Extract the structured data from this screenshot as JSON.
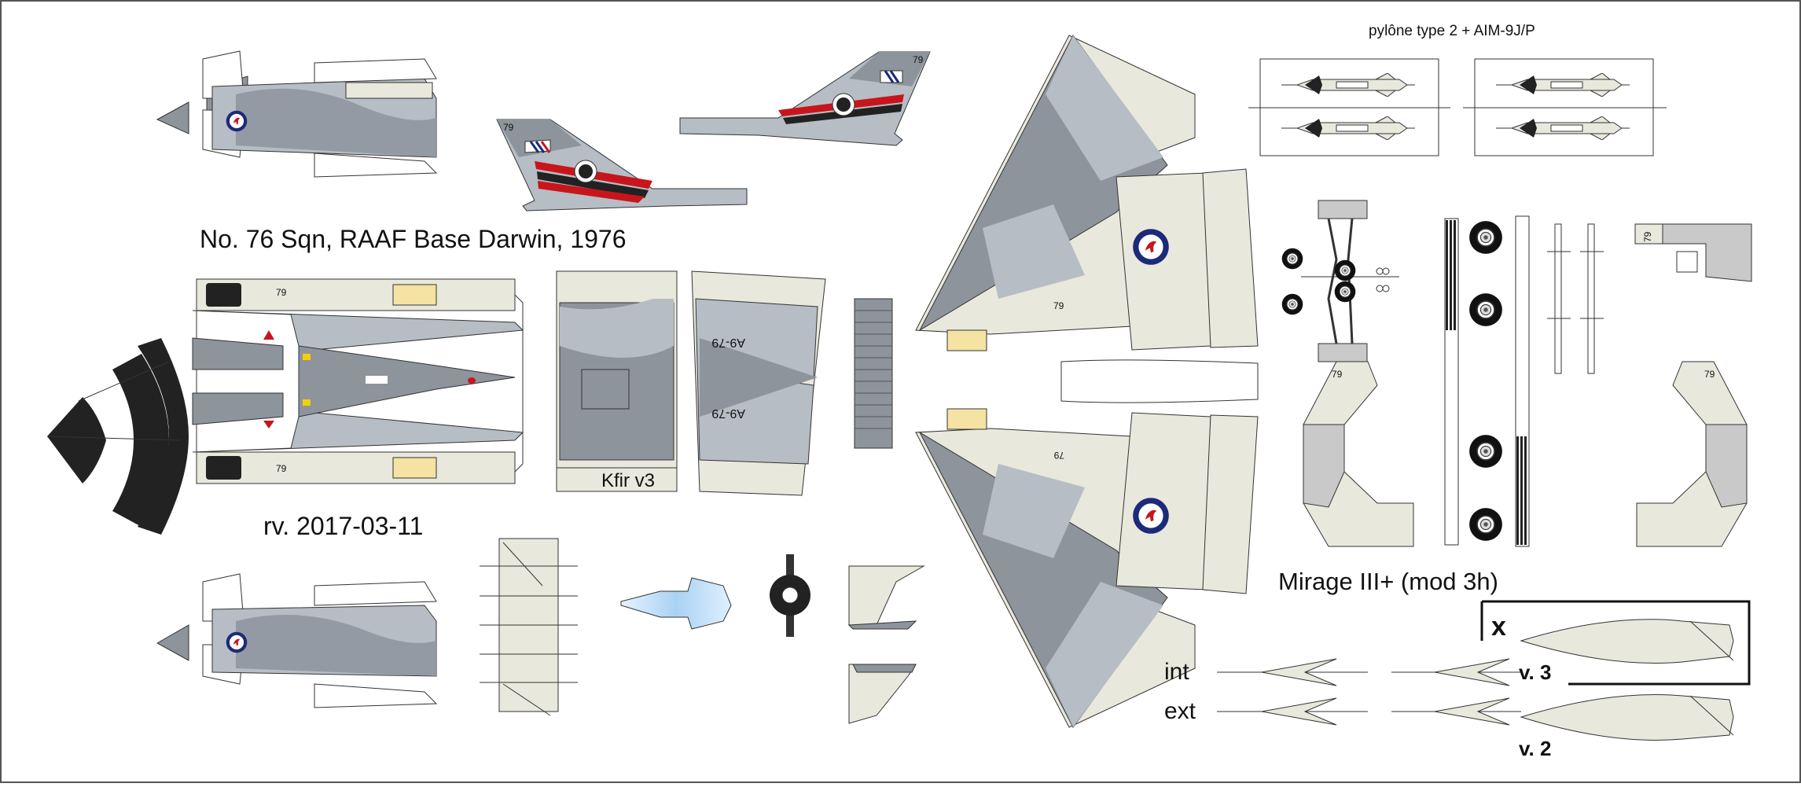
{
  "sheet": {
    "title": "No. 76 Sqn, RAAF Base Darwin, 1976",
    "revision": "rv. 2017-03-11",
    "model": "Mirage III+ (mod 3h)",
    "pylon_label": "pylône type 2 + AIM-9J/P",
    "part_kfir": "Kfir v3",
    "label_int": "int",
    "label_ext": "ext",
    "label_v3": "v. 3",
    "label_v2": "v. 2",
    "label_x": "x",
    "serial_number": "79",
    "serial_full": "A9-79"
  },
  "colors": {
    "outline": "#333333",
    "paper": "#ffffff",
    "camo_dark": "#8e949c",
    "camo_light": "#b6bdc5",
    "underside": "#e9e8dd",
    "pale_yellow": "#f4e3a3",
    "stripe_red": "#c8151b",
    "stripe_black": "#222222",
    "roundel_blue": "#1c2a7a",
    "roundel_red": "#c8151b",
    "canopy": "#bcdcf5",
    "frame_black": "#1d1d1d",
    "grey_part": "#c9c9c9"
  }
}
